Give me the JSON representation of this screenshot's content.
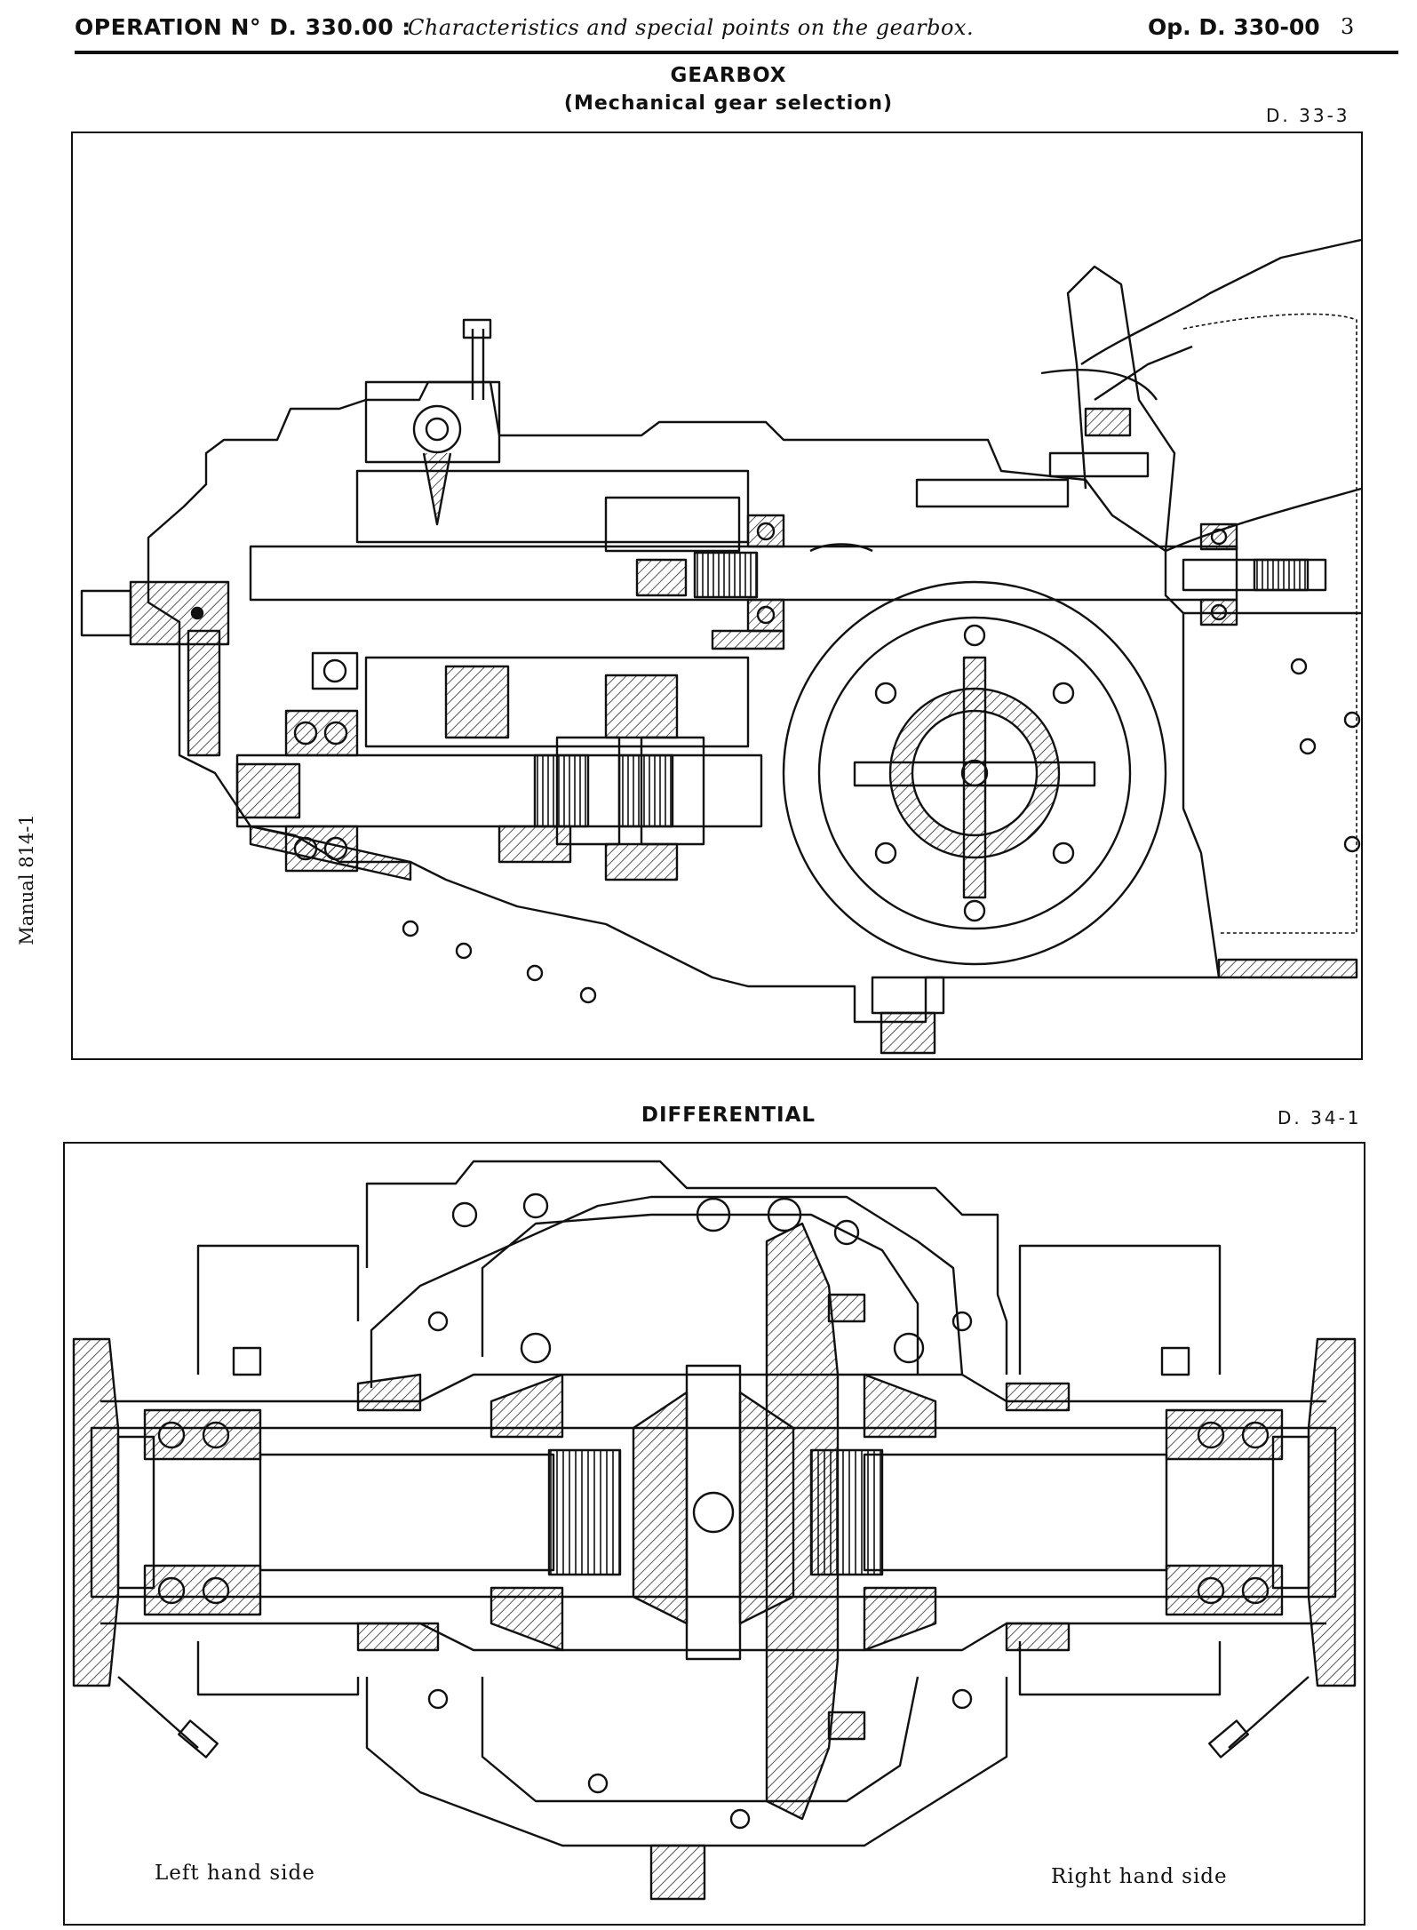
{
  "header": {
    "operation": "OPERATION N° D. 330.00 :",
    "description": "Characteristics and special points on the gearbox.",
    "reference": "Op. D. 330-00",
    "page_number": "3"
  },
  "side_label": "Manual 814-1",
  "gearbox": {
    "title": "GEARBOX",
    "subtitle": "(Mechanical gear selection)",
    "code": "D. 33-3"
  },
  "differential": {
    "title": "DIFFERENTIAL",
    "code": "D. 34-1",
    "left_label": "Left hand side",
    "right_label": "Right hand side"
  }
}
